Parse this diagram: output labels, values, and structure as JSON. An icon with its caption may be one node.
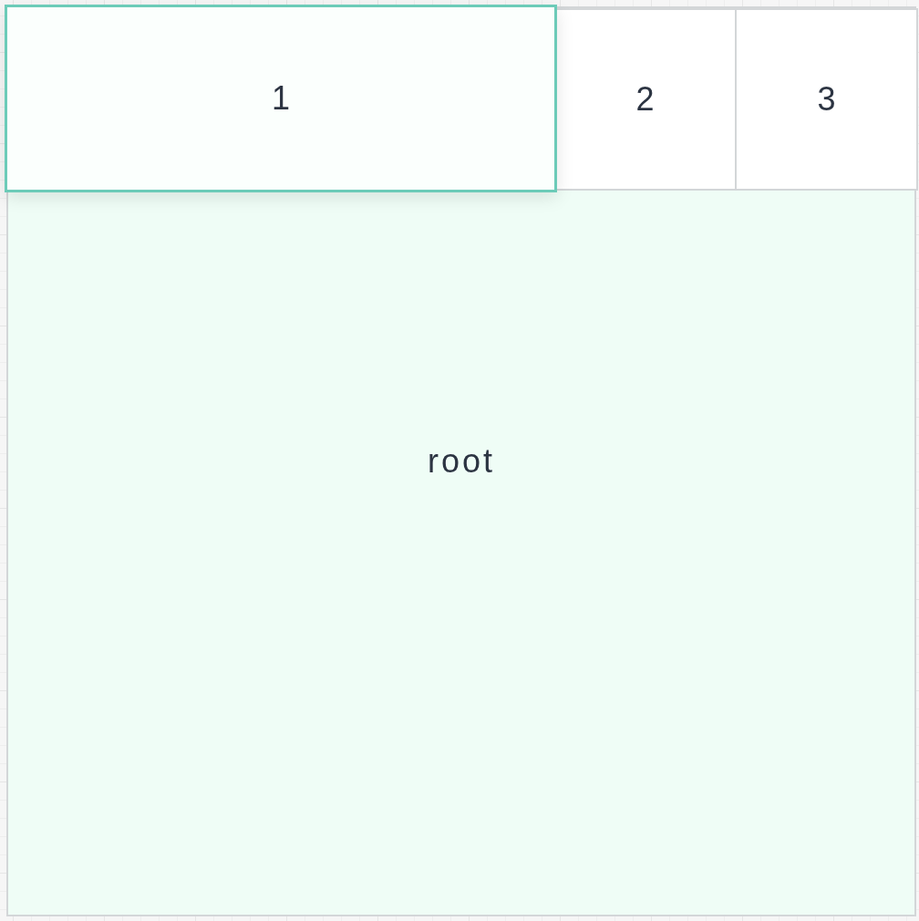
{
  "diagram": {
    "nodes": [
      {
        "text": [
          "root"
        ]
      },
      {
        "text": [
          "1"
        ],
        "in": 0
      },
      {
        "text": [
          "2"
        ],
        "in": 0
      },
      {
        "text": [
          "3"
        ],
        "in": 0
      }
    ]
  }
}
